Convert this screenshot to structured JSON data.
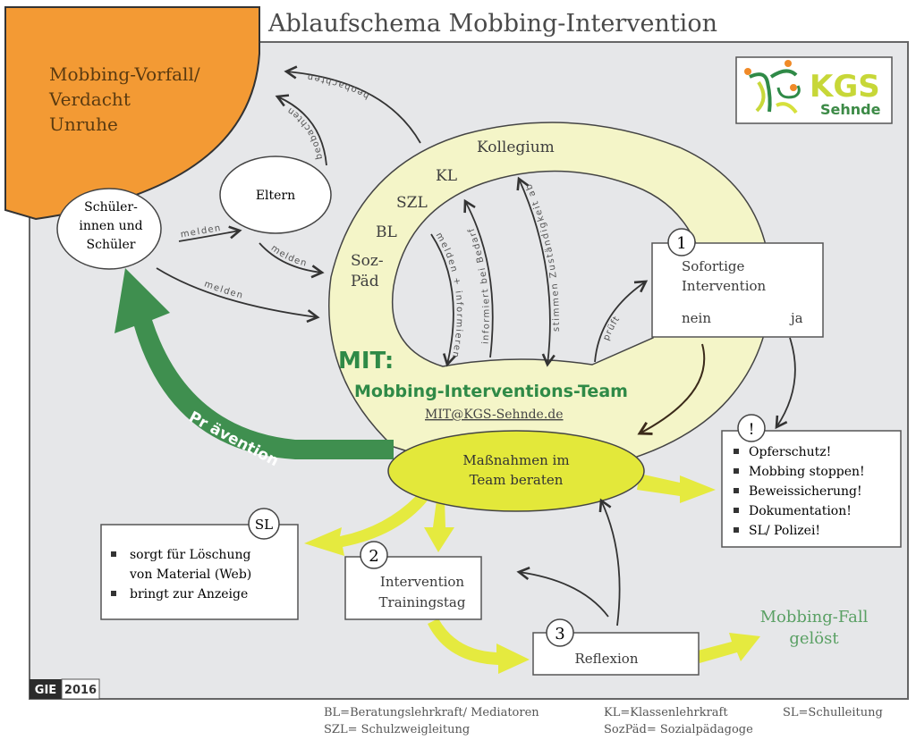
{
  "title": "Ablaufschema Mobbing-Intervention",
  "colors": {
    "orange": "#f39a34",
    "green": "#3f8f4f",
    "yellow": "#e5ea3f",
    "ring_yellow": "#f4f5c8",
    "panel_gray": "#e6e7e9",
    "text_green": "#2f8a47",
    "solved_green": "#5aa064"
  },
  "incident": {
    "lines": [
      "Mobbing-Vorfall/",
      "Verdacht",
      "Unruhe"
    ]
  },
  "logo": {
    "name": "KGS",
    "sub": "Sehnde"
  },
  "actors": {
    "students": [
      "Schüler-",
      "innen und",
      "Schüler"
    ],
    "parents": "Eltern"
  },
  "arrow_labels": {
    "observe_outer": "beobachten",
    "observe_inner": "beobachten",
    "report_students_parents": "melden",
    "report_parents_team": "melden",
    "report_students_team": "melden",
    "report_inform": "melden + informieren",
    "inform_as_needed": "informiert bei Bedarf",
    "agree_responsibility": "stimmen Zuständigkeit ab",
    "check": "prüft"
  },
  "ring": {
    "labels": [
      "Kollegium",
      "KL",
      "SZL",
      "BL",
      "Soz-",
      "Päd"
    ]
  },
  "team": {
    "acronym": "MIT:",
    "name": "Mobbing-Interventions-Team",
    "email": "MIT@KGS-Sehnde.de"
  },
  "consult": {
    "lines": [
      "Maßnahmen im",
      "Team beraten"
    ]
  },
  "prevention": {
    "label": "Pr ävention"
  },
  "step1": {
    "badge": "1",
    "lines": [
      "Sofortige",
      "Intervention"
    ],
    "no": "nein",
    "yes": "ja"
  },
  "urgent": {
    "badge": "!",
    "items": [
      "Opferschutz!",
      "Mobbing stoppen!",
      "Beweissicherung!",
      "Dokumentation!",
      "SL/ Polizei!"
    ]
  },
  "principal": {
    "badge": "SL",
    "items": [
      "sorgt für Löschung",
      "von Material (Web)",
      "bringt zur Anzeige"
    ]
  },
  "step2": {
    "badge": "2",
    "lines": [
      "Intervention",
      "Trainingstag"
    ]
  },
  "step3": {
    "badge": "3",
    "label": "Reflexion"
  },
  "solved": {
    "lines": [
      "Mobbing-Fall",
      "gelöst"
    ]
  },
  "credit": {
    "author": "GIE",
    "year": "2016"
  },
  "legend": [
    "BL=Beratungslehrkraft/ Mediatoren",
    "KL=Klassenlehrkraft",
    "SL=Schulleitung",
    "SZL= Schulzweigleitung",
    "SozPäd= Sozialpädagoge"
  ]
}
